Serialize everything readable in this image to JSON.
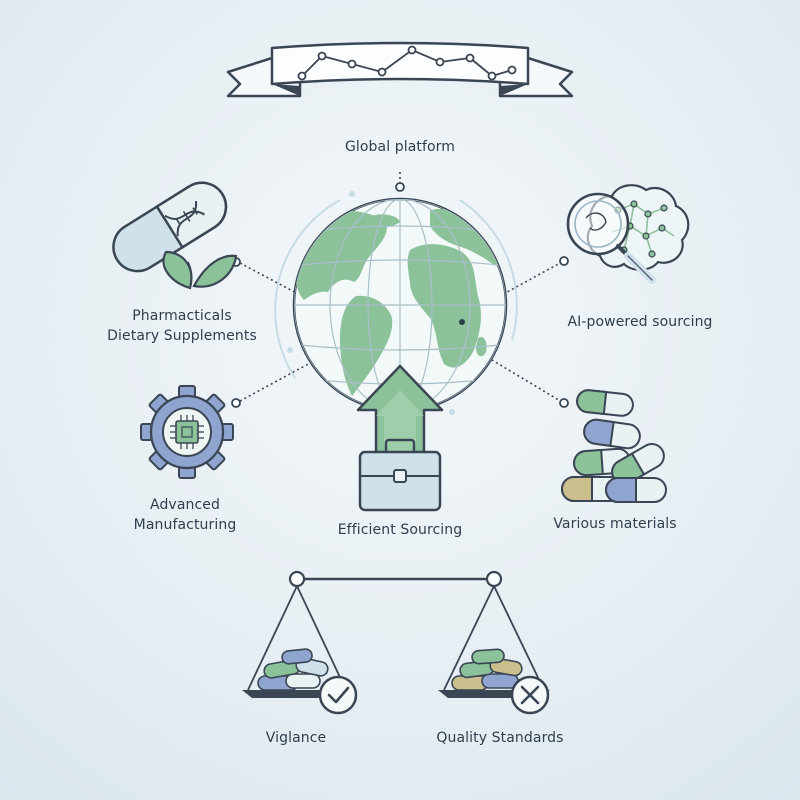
{
  "labels": {
    "global_platform": "Global platform",
    "pharma_line1": "Pharmacticals",
    "pharma_line2": "Dietary Supplements",
    "ai_sourcing": "AI-powered sourcing",
    "advanced_line1": "Advanced",
    "advanced_line2": "Manufacturing",
    "efficient_sourcing": "Efficient Sourcing",
    "various_materials": "Various materials",
    "vigilance": "Viglance",
    "quality_standards": "Quality Standards"
  },
  "icons": {
    "banner": "ribbon-banner-icon",
    "globe": "globe-icon",
    "capsule_dna": "capsule-dna-icon",
    "brain_search": "brain-magnifier-icon",
    "gear_chip": "gear-chip-icon",
    "briefcase_arrow": "briefcase-arrow-icon",
    "capsules": "capsule-stack-icon",
    "scale": "balance-scale-icon",
    "check": "check-icon",
    "cross": "cross-icon"
  },
  "colors": {
    "outline": "#3a4654",
    "green": "#8cc29a",
    "green_dark": "#6fa982",
    "blue": "#8fa4cf",
    "light_blue": "#cfe1ea",
    "cream": "#e9f2ef"
  }
}
